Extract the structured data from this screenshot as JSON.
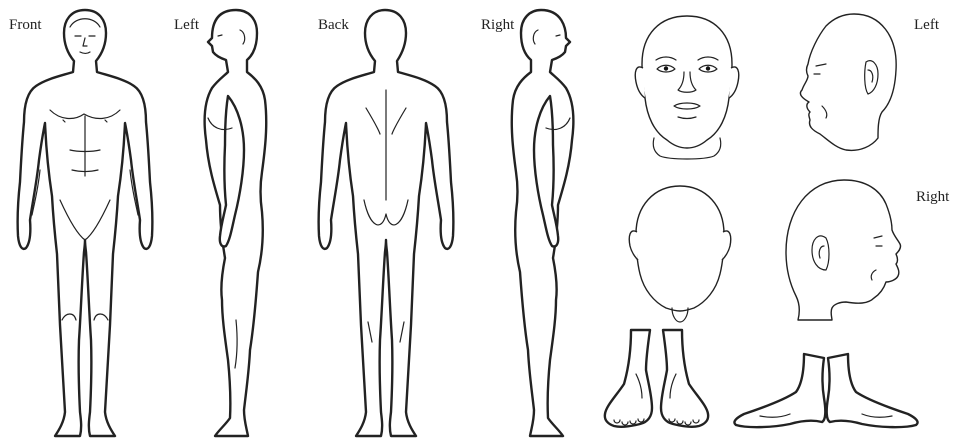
{
  "labels": {
    "front": "Front",
    "left": "Left",
    "back": "Back",
    "right": "Right",
    "head_left": "Left",
    "head_right": "Right"
  },
  "colors": {
    "line": "#222222",
    "background": "#ffffff"
  },
  "figures": [
    "body-front",
    "body-left",
    "body-back",
    "body-right",
    "head-front",
    "head-left",
    "head-back",
    "head-right",
    "feet-front",
    "feet-side"
  ]
}
